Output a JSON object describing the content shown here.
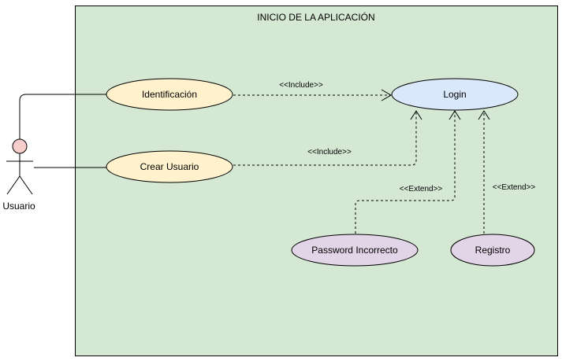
{
  "system": {
    "title": "INICIO DE LA APLICACIÓN"
  },
  "actor": {
    "label": "Usuario"
  },
  "use_cases": {
    "identificacion": "Identificación",
    "crear_usuario": "Crear Usuario",
    "login": "Login",
    "password_incorrecto": "Password Incorrecto",
    "registro": "Registro"
  },
  "relations": {
    "include_identificacion": "<<Include>>",
    "include_crear_usuario": "<<Include>>",
    "extend_password": "<<Extend>>",
    "extend_registro": "<<Extend>>"
  },
  "colors": {
    "system_fill": "#d5e8d4",
    "system_stroke": "#000000",
    "yellow_fill": "#fff2cc",
    "yellow_stroke": "#000000",
    "blue_fill": "#dae8fc",
    "purple_fill": "#e1d5e7",
    "actor_head": "#f8cecc"
  }
}
